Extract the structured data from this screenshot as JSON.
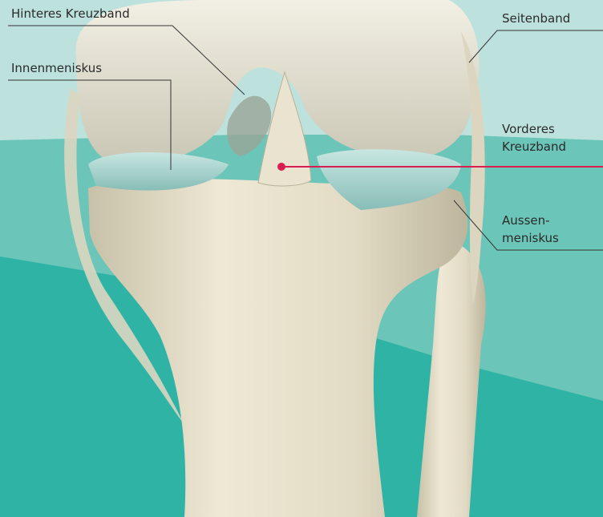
{
  "labels": {
    "posterior_cruciate": "Hinteres Kreuzband",
    "medial_meniscus": "Innenmeniskus",
    "collateral": "Seitenband",
    "anterior_cruciate_line1": "Vorderes",
    "anterior_cruciate_line2": "Kreuzband",
    "lateral_meniscus_line1": "Aussen-",
    "lateral_meniscus_line2": "meniskus"
  },
  "colors": {
    "bg_light": "#bde2de",
    "bg_mid": "#6cc5b9",
    "bg_dark": "#2fb3a5",
    "bone": "#e6dfc9",
    "meniscus": "#a9d4d0",
    "highlight_pointer": "#d81e4e",
    "leader": "#333333"
  }
}
